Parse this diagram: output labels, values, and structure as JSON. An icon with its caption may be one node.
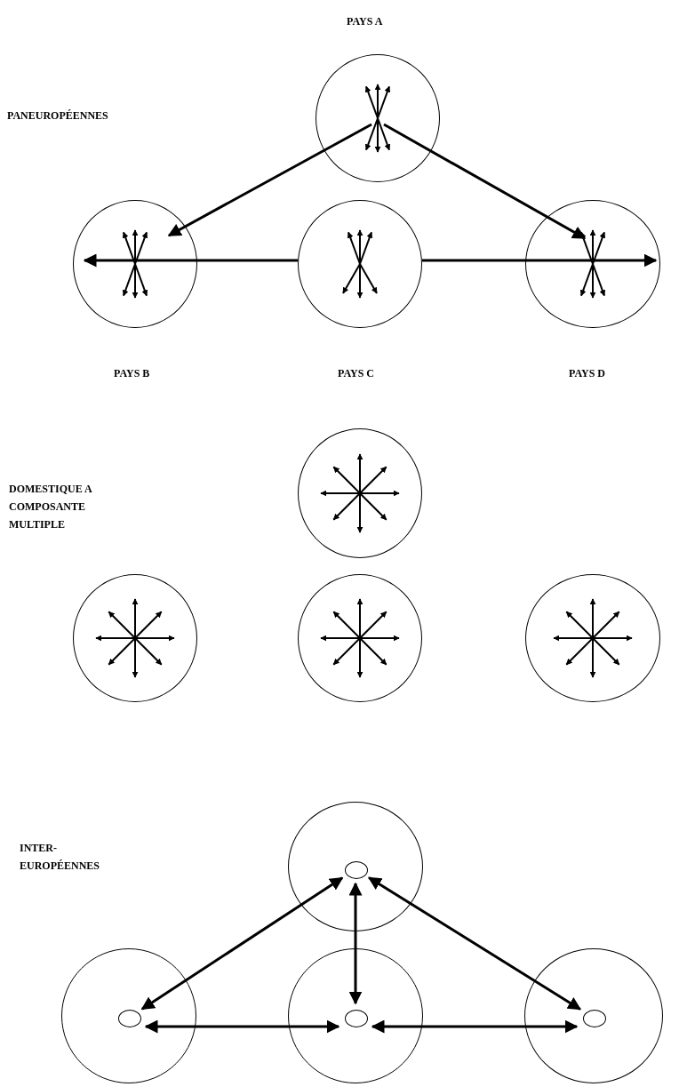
{
  "diagram": {
    "nodes": [
      {
        "text": [],
        "shape": "circle",
        "beside": [
          "PAYS A"
        ]
      },
      {
        "text": [],
        "shape": "circle",
        "beside": [
          "PAYS B"
        ]
      },
      {
        "text": [],
        "shape": "circle",
        "beside": [
          "PAYS C"
        ]
      },
      {
        "text": [],
        "shape": "circle",
        "beside": [
          "PAYS D"
        ]
      },
      {
        "text": [],
        "shape": "circle"
      },
      {
        "text": [],
        "shape": "circle"
      },
      {
        "text": [],
        "shape": "circle"
      },
      {
        "text": [],
        "shape": "circle"
      },
      {
        "text": [],
        "shape": "circle"
      },
      {
        "text": [],
        "shape": "circle",
        "in": 8
      },
      {
        "text": [],
        "shape": "circle"
      },
      {
        "text": [],
        "shape": "circle",
        "in": 10
      },
      {
        "text": [],
        "shape": "circle"
      },
      {
        "text": [],
        "shape": "circle",
        "in": 12
      },
      {
        "text": [],
        "shape": "circle"
      },
      {
        "text": [],
        "shape": "circle",
        "in": 14
      }
    ],
    "edges": [
      {
        "from": 0,
        "to": 1,
        "arrow": "to"
      },
      {
        "from": 0,
        "to": 3,
        "arrow": "to"
      },
      {
        "from": 2,
        "to": 1,
        "arrow": "to"
      },
      {
        "from": 2,
        "to": 3,
        "arrow": "to"
      },
      {
        "from": 9,
        "to": 11,
        "arrow": "both"
      },
      {
        "from": 9,
        "to": 13,
        "arrow": "both"
      },
      {
        "from": 9,
        "to": 15,
        "arrow": "both"
      },
      {
        "from": 11,
        "to": 13,
        "arrow": "both"
      },
      {
        "from": 13,
        "to": 15,
        "arrow": "both"
      }
    ],
    "labels": [
      "PANEUROPÉENNES",
      "DOMESTIQUE A COMPOSANTE MULTIPLE",
      "INTER-EUROPÉENNES"
    ]
  }
}
